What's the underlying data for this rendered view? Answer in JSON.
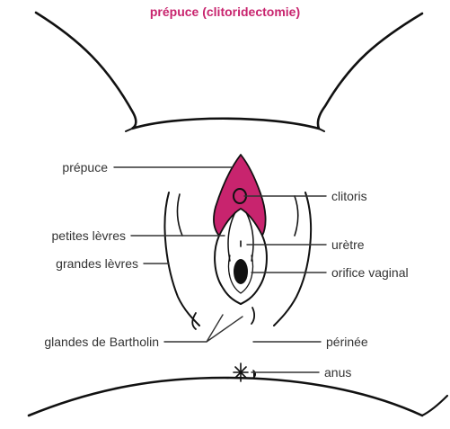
{
  "title": "prépuce (clitoridectomie)",
  "colors": {
    "accent": "#c8246e",
    "line": "#111111",
    "label_text": "#333333"
  },
  "labels": {
    "prepuce": "prépuce",
    "petites_levres": "petites lèvres",
    "grandes_levres": "grandes lèvres",
    "glandes_bartholin": "glandes de Bartholin",
    "clitoris": "clitoris",
    "uretre": "urètre",
    "orifice_vaginal": "orifice vaginal",
    "perinee": "périnée",
    "anus": "anus"
  }
}
